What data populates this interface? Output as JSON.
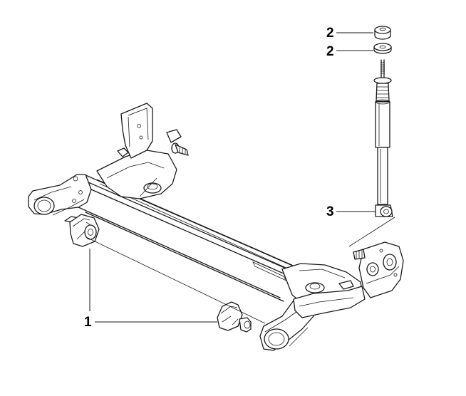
{
  "callouts": [
    {
      "id": "bushing",
      "label": "1"
    },
    {
      "id": "top-rubber",
      "label": "2"
    },
    {
      "id": "washer-rubber",
      "label": "2"
    },
    {
      "id": "shock-eye",
      "label": "3"
    }
  ],
  "colors": {
    "line": "#1a1a1a",
    "background": "#ffffff"
  }
}
